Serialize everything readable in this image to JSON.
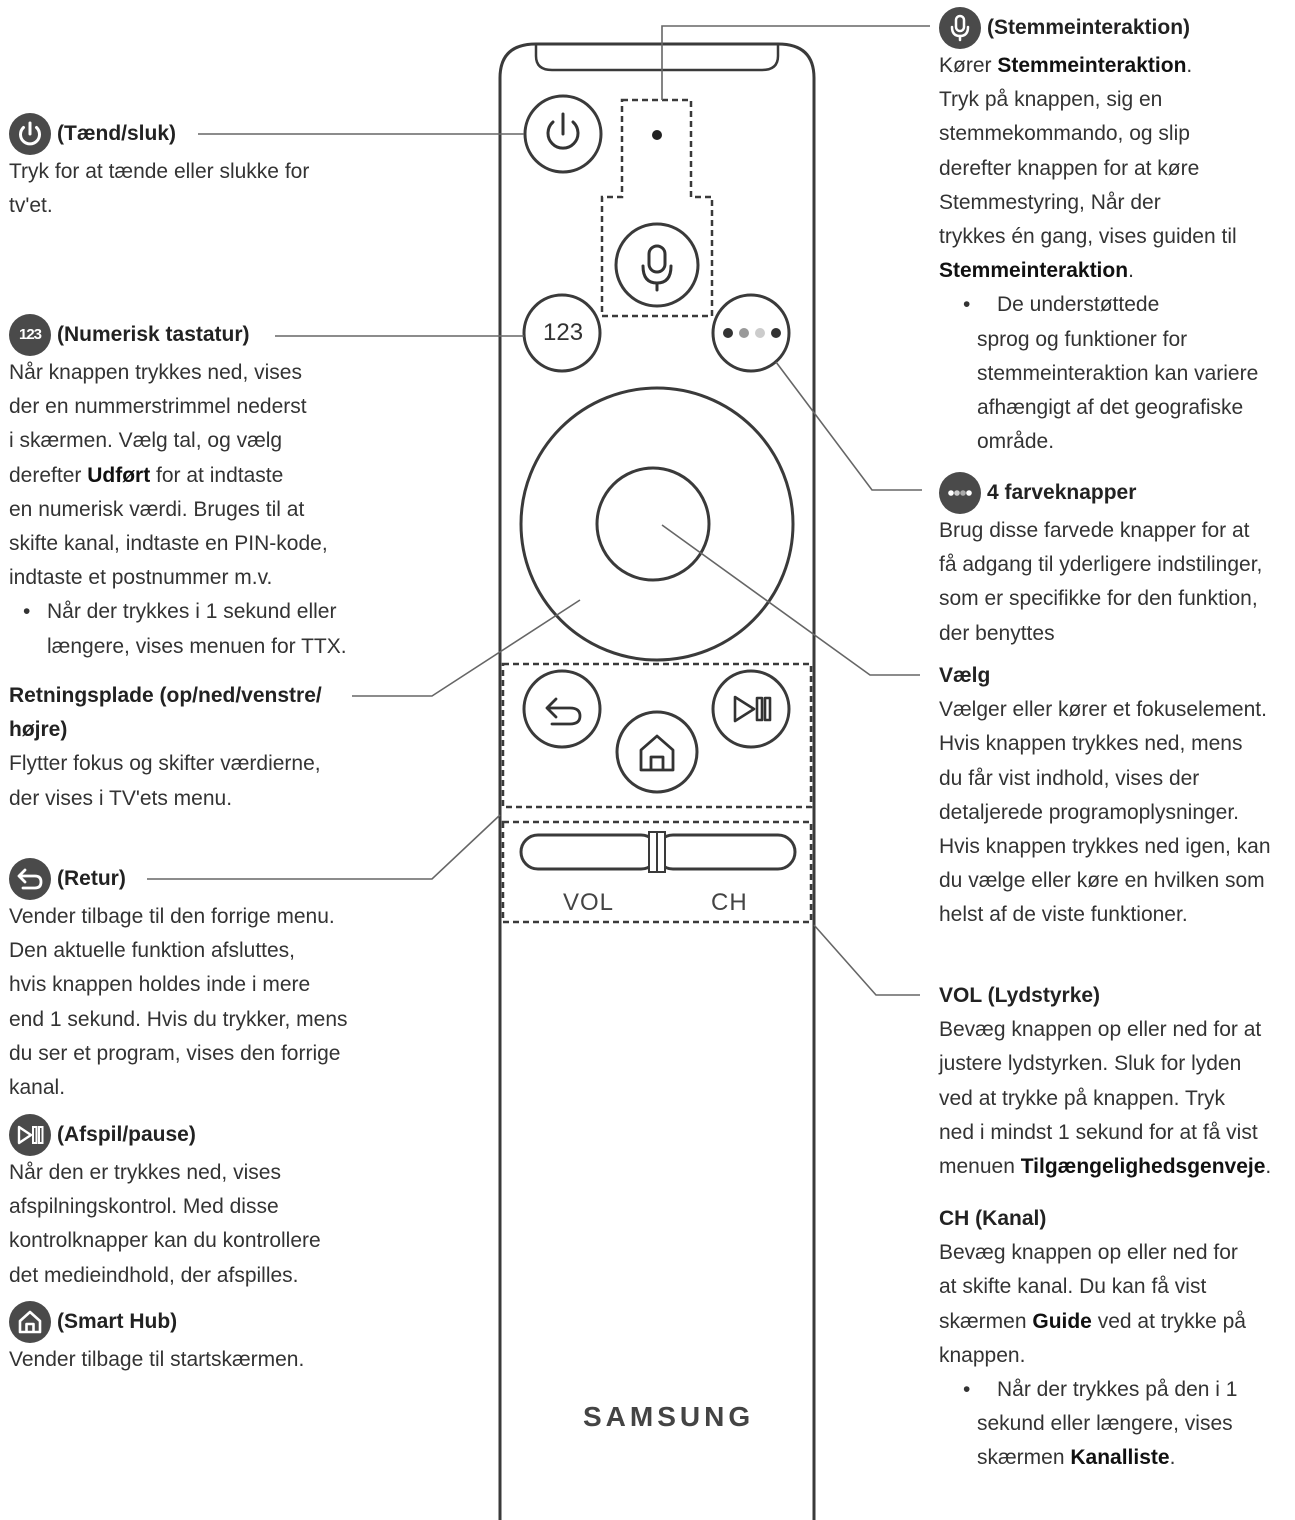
{
  "remote": {
    "vol_label": "VOL",
    "ch_label": "CH",
    "brand": "SAMSUNG",
    "numeric_button_label": "123"
  },
  "left": {
    "power": {
      "icon": "power-icon",
      "title": "(Tænd/sluk)",
      "lines": [
        "Tryk for at tænde eller slukke for",
        "tv'et."
      ]
    },
    "numeric": {
      "icon": "numeric-123-icon",
      "icon_text": "123",
      "title": "(Numerisk tastatur)",
      "l1": "Når knappen trykkes ned, vises",
      "l2": "der en nummerstrimmel nederst",
      "l3": "i skærmen. Vælg tal, og vælg",
      "l4_pre": "derefter ",
      "l4_bold": "Udført",
      "l4_post": " for at indtaste",
      "l5": "en numerisk værdi. Bruges til at",
      "l6": "skifte kanal, indtaste en PIN-kode,",
      "l7": "indtaste et postnummer m.v.",
      "bullet_dot": "•",
      "b1": "Når der trykkes i 1 sekund eller",
      "b2": "længere, vises menuen for TTX."
    },
    "direction": {
      "title1": "Retningsplade (op/ned/venstre/",
      "title2": "højre)",
      "lines": [
        "Flytter fokus og skifter værdierne,",
        "der vises i TV'ets menu."
      ]
    },
    "return": {
      "icon": "return-icon",
      "title": "(Retur)",
      "lines": [
        "Vender tilbage til den forrige menu.",
        "Den aktuelle funktion afsluttes,",
        "hvis knappen holdes inde i mere",
        "end 1 sekund. Hvis du trykker, mens",
        "du ser et program, vises den forrige",
        "kanal."
      ]
    },
    "playpause": {
      "icon": "play-pause-icon",
      "title": "(Afspil/pause)",
      "lines": [
        "Når den er trykkes ned, vises",
        "afspilningskontrol. Med disse",
        "kontrolknapper kan du kontrollere",
        "det medieindhold, der afspilles."
      ]
    },
    "smarthub": {
      "icon": "home-icon",
      "title": "(Smart Hub)",
      "lines": [
        "Vender tilbage til startskærmen."
      ]
    }
  },
  "right": {
    "voice": {
      "icon": "microphone-icon",
      "title": "(Stemmeinteraktion)",
      "l1_pre": "Kører ",
      "l1_bold": "Stemmeinteraktion",
      "l1_post": ".",
      "l2": "Tryk på knappen, sig en",
      "l3": "stemmekommando, og slip",
      "l4": "derefter knappen for at køre",
      "l5": "Stemmestyring, Når der",
      "l6": "trykkes én gang, vises guiden til",
      "l7_bold": "Stemmeinteraktion",
      "l7_post": ".",
      "bullet_dot": "•",
      "b1": "De understøttede",
      "b2": "sprog og funktioner for",
      "b3": "stemmeinteraktion kan variere",
      "b4": "afhængigt af det geografiske",
      "b5": "område."
    },
    "color": {
      "icon": "color-dots-icon",
      "title": "4 farveknapper",
      "lines": [
        "Brug disse farvede knapper for at",
        "få adgang til yderligere indstilinger,",
        "som er specifikke for den funktion,",
        "der benyttes"
      ]
    },
    "select": {
      "title": "Vælg",
      "lines": [
        "Vælger eller kører et fokuselement.",
        "Hvis knappen trykkes ned, mens",
        "du får vist indhold, vises der",
        "detaljerede programoplysninger.",
        "Hvis knappen trykkes ned igen, kan",
        "du vælge eller køre en hvilken som",
        "helst af de viste funktioner."
      ]
    },
    "vol": {
      "title": "VOL (Lydstyrke)",
      "l1": "Bevæg knappen op eller ned for at",
      "l2": "justere lydstyrken. Sluk for lyden",
      "l3": "ved at trykke på knappen. Tryk",
      "l4": "ned i mindst 1 sekund for at få vist",
      "l5_pre": "menuen ",
      "l5_bold": "Tilgængelighedsgenveje",
      "l5_post": "."
    },
    "ch": {
      "title": "CH (Kanal)",
      "l1": "Bevæg knappen op eller ned for",
      "l2": "at skifte kanal. Du kan få vist",
      "l3_pre": "skærmen ",
      "l3_bold": "Guide",
      "l3_post": " ved at trykke på",
      "l4": "knappen.",
      "bullet_dot": "•",
      "b1": "Når der trykkes på den i 1",
      "b2": "sekund eller længere, vises",
      "b3_pre": "skærmen ",
      "b3_bold": "Kanalliste",
      "b3_post": "."
    }
  }
}
